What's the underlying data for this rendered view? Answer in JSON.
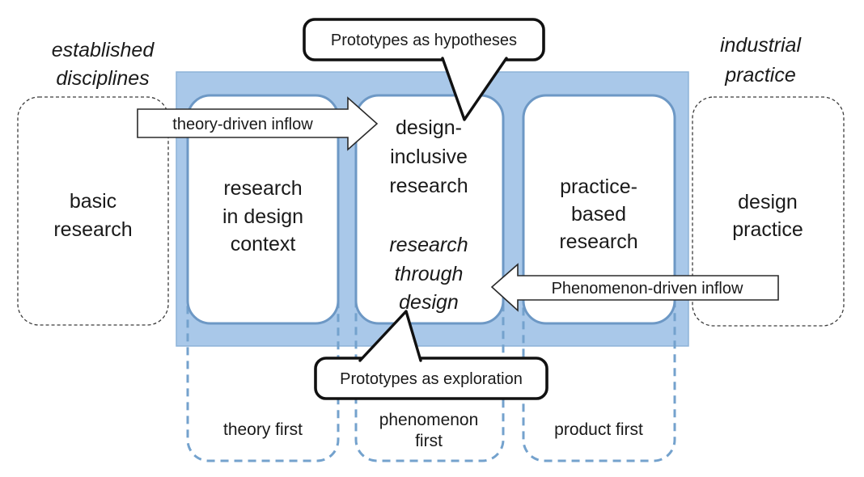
{
  "colors": {
    "band_fill": "#a9c8e9",
    "band_stroke": "#8db3d8",
    "box_stroke": "#6d98c5",
    "box_fill": "#ffffff",
    "dashed_blue": "#74a2cd",
    "thin_dash": "#3c3c3c",
    "arrow_stroke": "#2a2a2a",
    "outline_black": "#111111",
    "text": "#1a1a1a"
  },
  "headers": {
    "left": [
      "established",
      "disciplines"
    ],
    "right": [
      "industrial",
      "practice"
    ]
  },
  "outer_boxes": {
    "left": [
      "basic",
      "research"
    ],
    "right": [
      "design",
      "practice"
    ]
  },
  "columns": [
    {
      "title": [
        "research",
        "in design",
        "context"
      ],
      "subtitle": [],
      "footer": [
        "theory first"
      ]
    },
    {
      "title": [
        "design-",
        "inclusive",
        "research"
      ],
      "subtitle": [
        "research",
        "through",
        "design"
      ],
      "footer": [
        "phenomenon",
        "first"
      ]
    },
    {
      "title": [
        "practice-",
        "based",
        "research"
      ],
      "subtitle": [],
      "footer": [
        "product first"
      ]
    }
  ],
  "arrows": {
    "theory": "theory-driven inflow",
    "phenomenon": "Phenomenon-driven inflow"
  },
  "callouts": {
    "top": "Prototypes as hypotheses",
    "bottom": "Prototypes as exploration"
  }
}
